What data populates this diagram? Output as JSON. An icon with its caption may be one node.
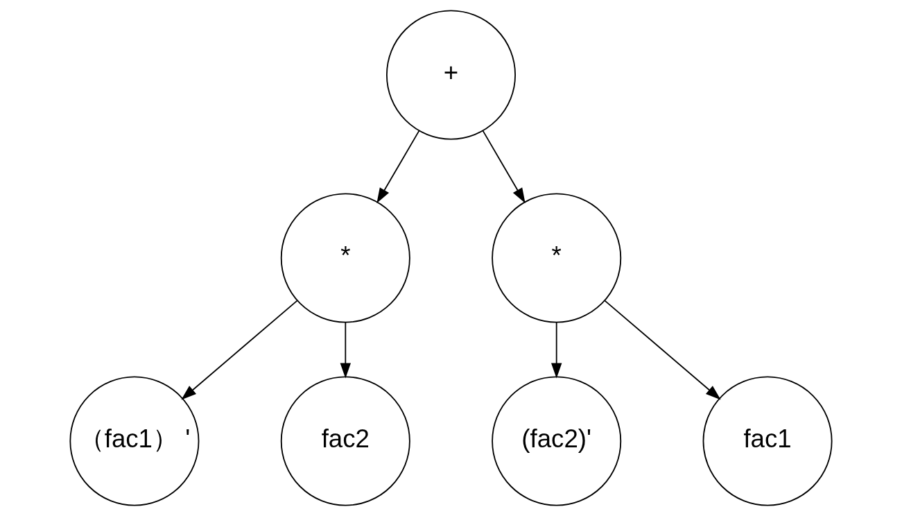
{
  "diagram": {
    "nodes": [
      {
        "text": [
          "+"
        ]
      },
      {
        "text": [
          "*"
        ]
      },
      {
        "text": [
          "*"
        ]
      },
      {
        "text": [
          "（fac1） '"
        ]
      },
      {
        "text": [
          "fac2"
        ]
      },
      {
        "text": [
          "(fac2)'"
        ]
      },
      {
        "text": [
          "fac1"
        ]
      }
    ],
    "edges": [
      {
        "from": 0,
        "to": 1,
        "arrow": "to"
      },
      {
        "from": 0,
        "to": 2,
        "arrow": "to"
      },
      {
        "from": 1,
        "to": 3,
        "arrow": "to"
      },
      {
        "from": 1,
        "to": 4,
        "arrow": "to"
      },
      {
        "from": 2,
        "to": 5,
        "arrow": "to"
      },
      {
        "from": 2,
        "to": 6,
        "arrow": "to"
      }
    ]
  }
}
